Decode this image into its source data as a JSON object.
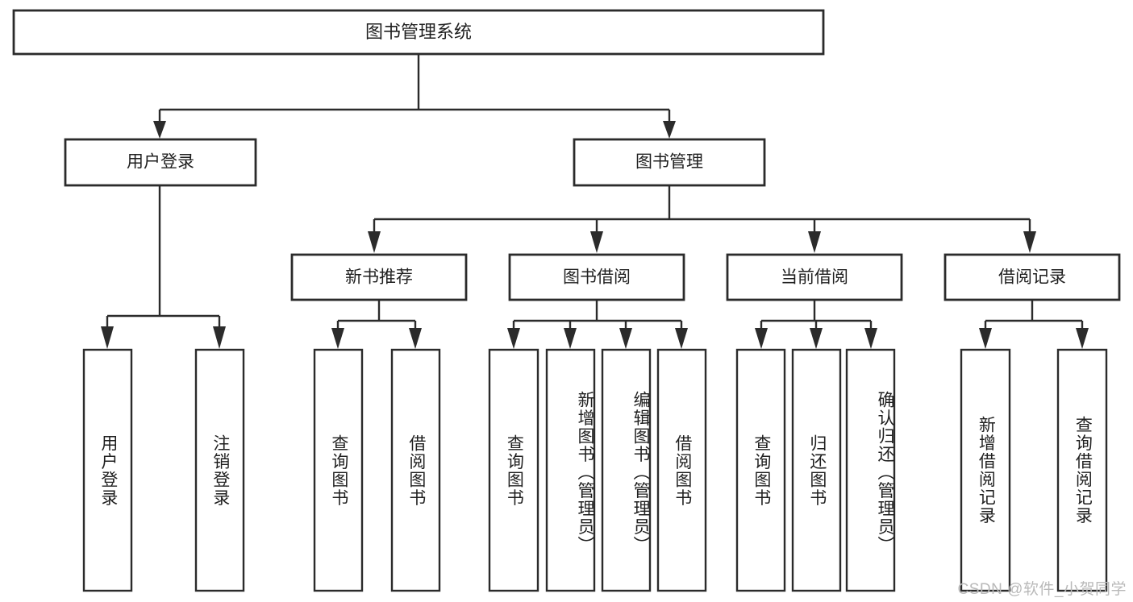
{
  "diagram": {
    "type": "tree-hierarchy",
    "orientation": "top-down",
    "title": "图书管理系统",
    "background_color": "#ffffff",
    "line_color": "#2b2b2b",
    "text_color": "#1f1f1f",
    "root": {
      "label": "图书管理系统",
      "children": [
        {
          "label": "用户登录",
          "children": [
            {
              "label": "用户登录"
            },
            {
              "label": "注销登录"
            }
          ]
        },
        {
          "label": "图书管理",
          "children": [
            {
              "label": "新书推荐",
              "children": [
                {
                  "label": "查询图书"
                },
                {
                  "label": "借阅图书"
                }
              ]
            },
            {
              "label": "图书借阅",
              "children": [
                {
                  "label": "查询图书"
                },
                {
                  "label": "新增图书（管理员）"
                },
                {
                  "label": "编辑图书（管理员）"
                },
                {
                  "label": "借阅图书"
                }
              ]
            },
            {
              "label": "当前借阅",
              "children": [
                {
                  "label": "查询图书"
                },
                {
                  "label": "归还图书"
                },
                {
                  "label": "确认归还（管理员）"
                }
              ]
            },
            {
              "label": "借阅记录",
              "children": [
                {
                  "label": "新增借阅记录"
                },
                {
                  "label": "查询借阅记录"
                }
              ]
            }
          ]
        }
      ]
    },
    "nodes": {
      "root": {
        "label": "图书管理系统"
      },
      "user_login": {
        "label": "用户登录"
      },
      "book_manage": {
        "label": "图书管理"
      },
      "new_book_rec": {
        "label": "新书推荐"
      },
      "book_borrow": {
        "label": "图书借阅"
      },
      "current_borrow": {
        "label": "当前借阅"
      },
      "borrow_record": {
        "label": "借阅记录"
      },
      "leaf_user_login": {
        "label": "用户登录"
      },
      "leaf_logout": {
        "label": "注销登录"
      },
      "leaf_nbr_query": {
        "label": "查询图书"
      },
      "leaf_nbr_borrow": {
        "label": "借阅图书"
      },
      "leaf_bb_query": {
        "label": "查询图书"
      },
      "leaf_bb_add": {
        "label": "新增图书（管理员）"
      },
      "leaf_bb_edit": {
        "label": "编辑图书（管理员）"
      },
      "leaf_bb_borrow": {
        "label": "借阅图书"
      },
      "leaf_cb_query": {
        "label": "查询图书"
      },
      "leaf_cb_return": {
        "label": "归还图书"
      },
      "leaf_cb_confirm": {
        "label": "确认归还（管理员）"
      },
      "leaf_br_add": {
        "label": "新增借阅记录"
      },
      "leaf_br_query": {
        "label": "查询借阅记录"
      }
    }
  },
  "watermark": {
    "text": "CSDN @软件_小贺同学"
  }
}
